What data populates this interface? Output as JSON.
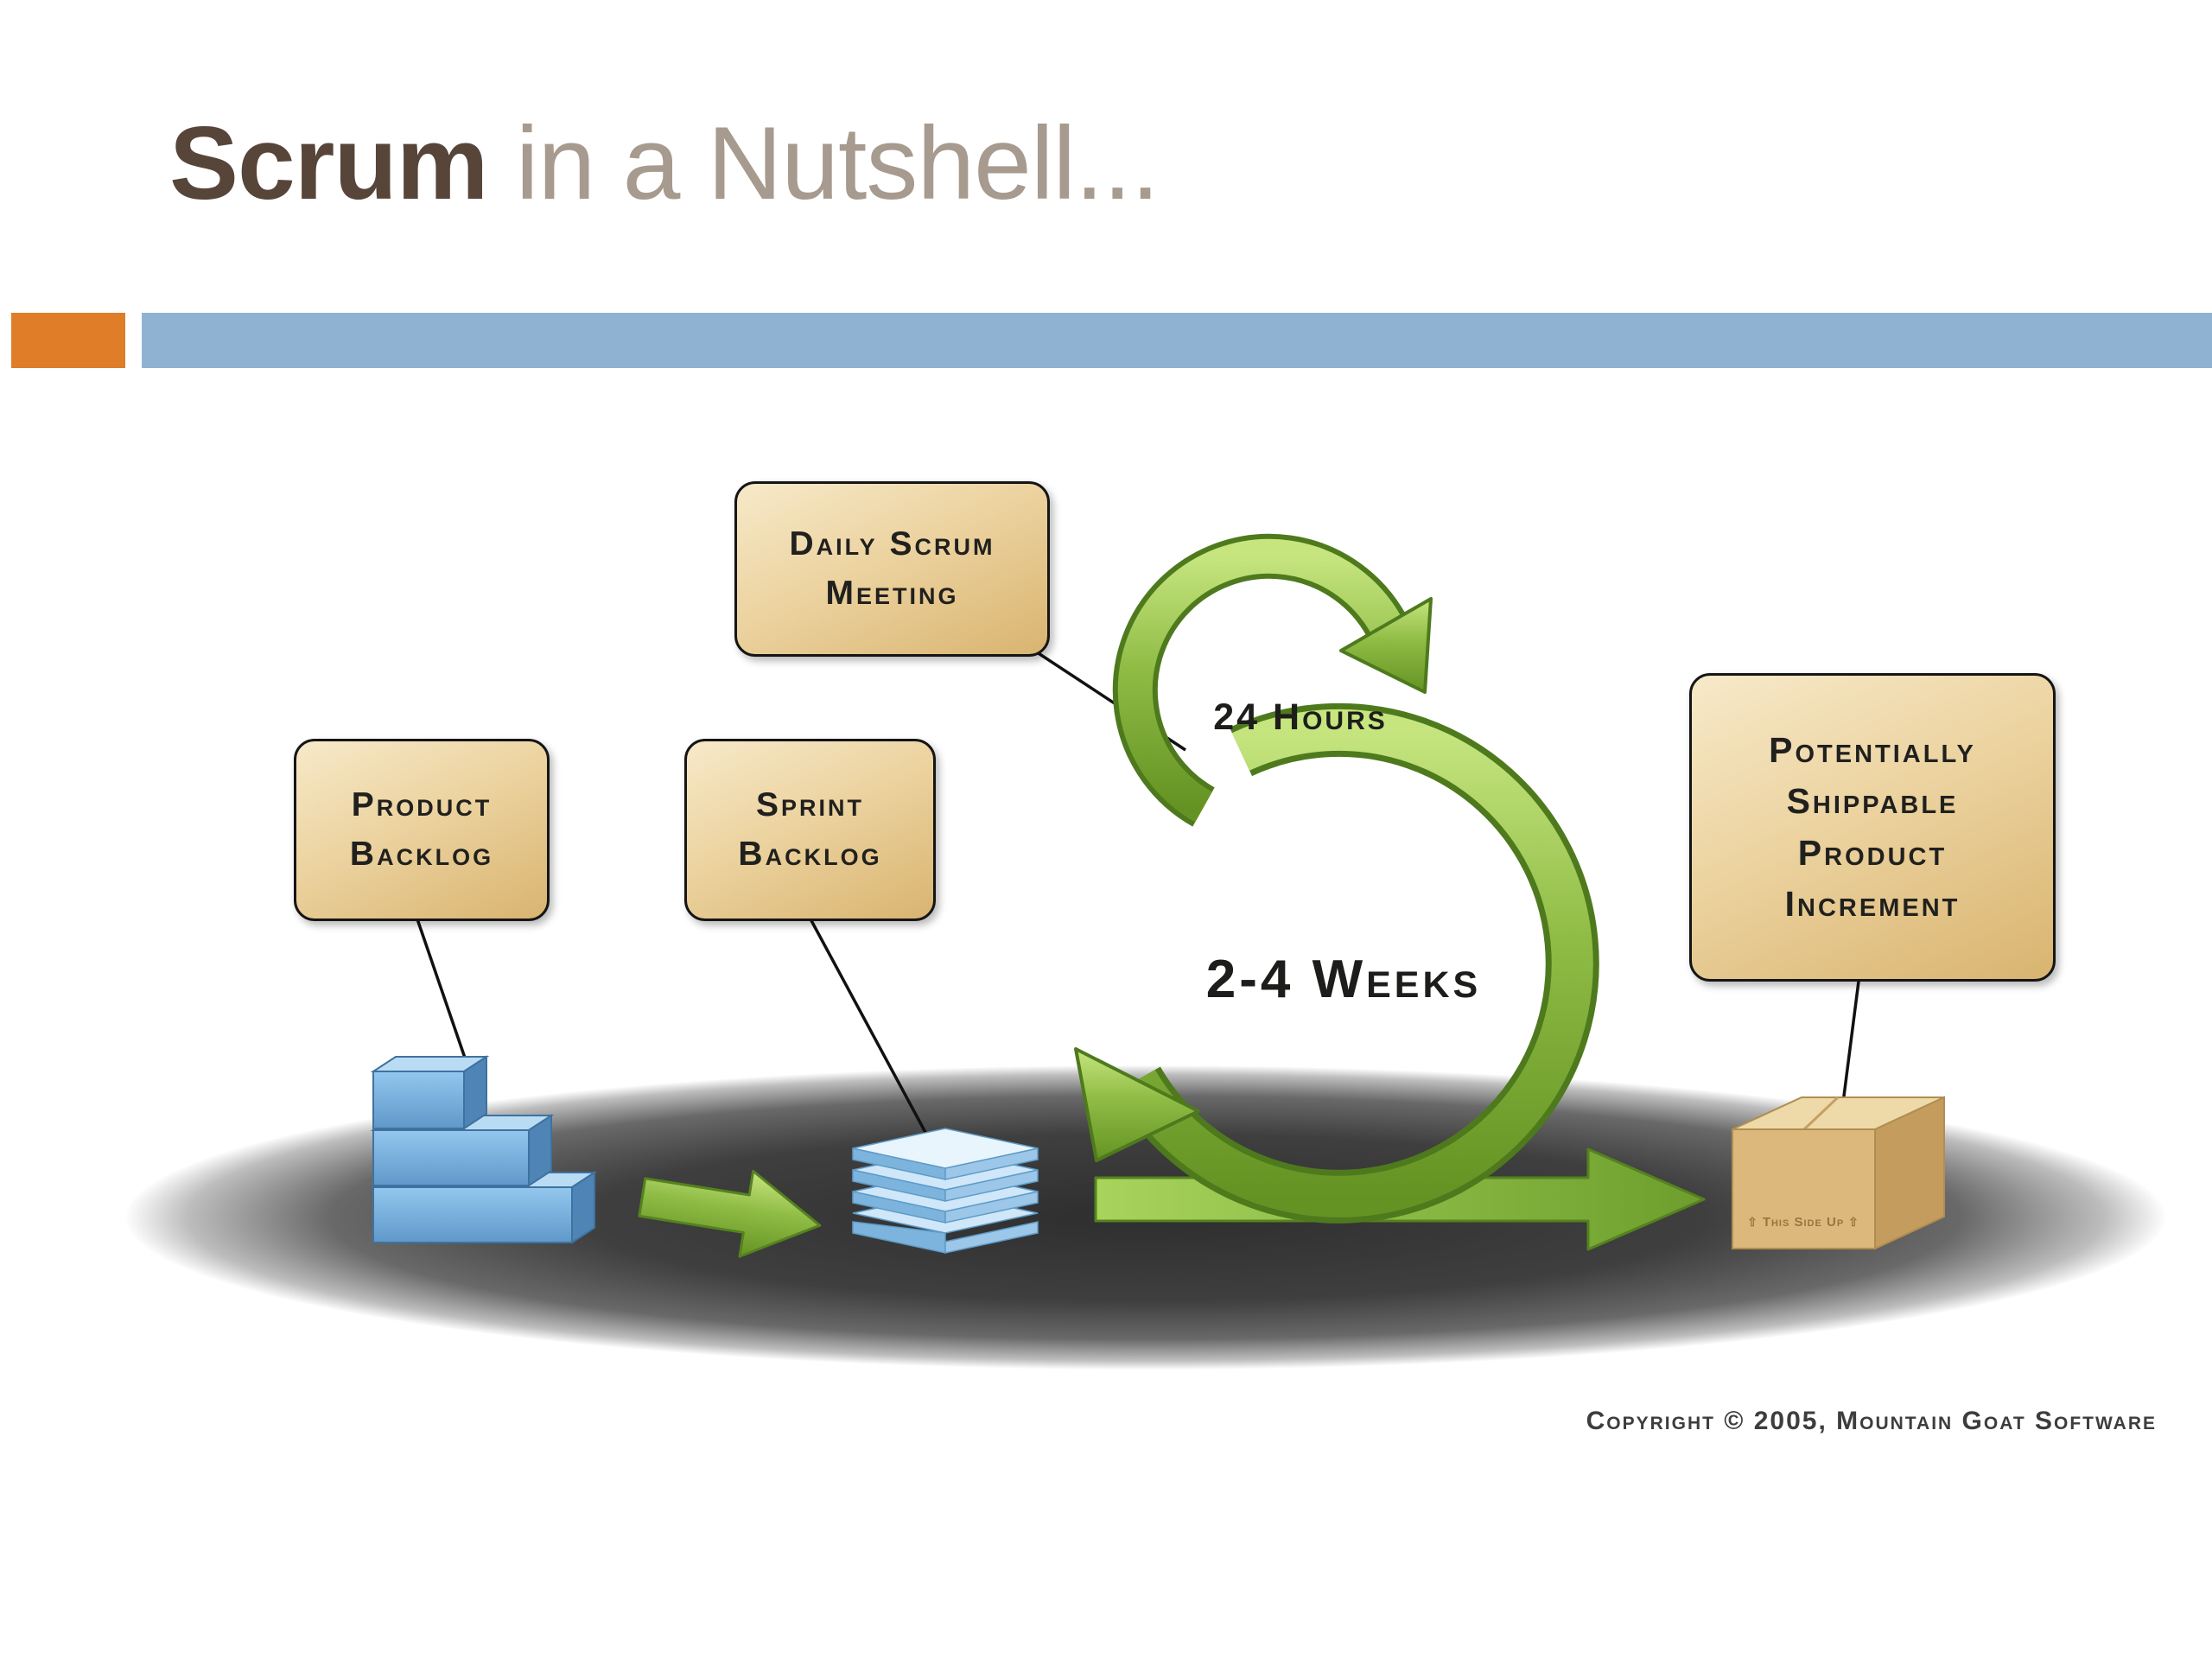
{
  "slide": {
    "title": {
      "emphasis": "Scrum",
      "rest": " in a Nutshell..."
    },
    "accent_colors": {
      "orange_bar": "#DF7D28",
      "blue_bar": "#8FB2D3"
    },
    "copyright": "Copyright © 2005, Mountain Goat Software"
  },
  "diagram": {
    "boxes": {
      "daily_scrum": {
        "lines": [
          "Daily Scrum",
          "Meeting"
        ]
      },
      "product_backlog": {
        "lines": [
          "Product",
          "Backlog"
        ]
      },
      "sprint_backlog": {
        "lines": [
          "Sprint",
          "Backlog"
        ]
      },
      "shippable_increment": {
        "lines": [
          "Potentially",
          "Shippable",
          "Product",
          "Increment"
        ]
      }
    },
    "cycle_labels": {
      "daily": "24 Hours",
      "sprint": "2-4 Weeks"
    },
    "carton": {
      "this_side_up": "This Side Up",
      "up_arrow_icon": "⇧"
    },
    "palette": {
      "loop_green": "#84B23C",
      "backlog_blue": "#7DB4DD",
      "box_tan": "#E8CD9A",
      "platform_gray": "#3A3A3A"
    }
  }
}
